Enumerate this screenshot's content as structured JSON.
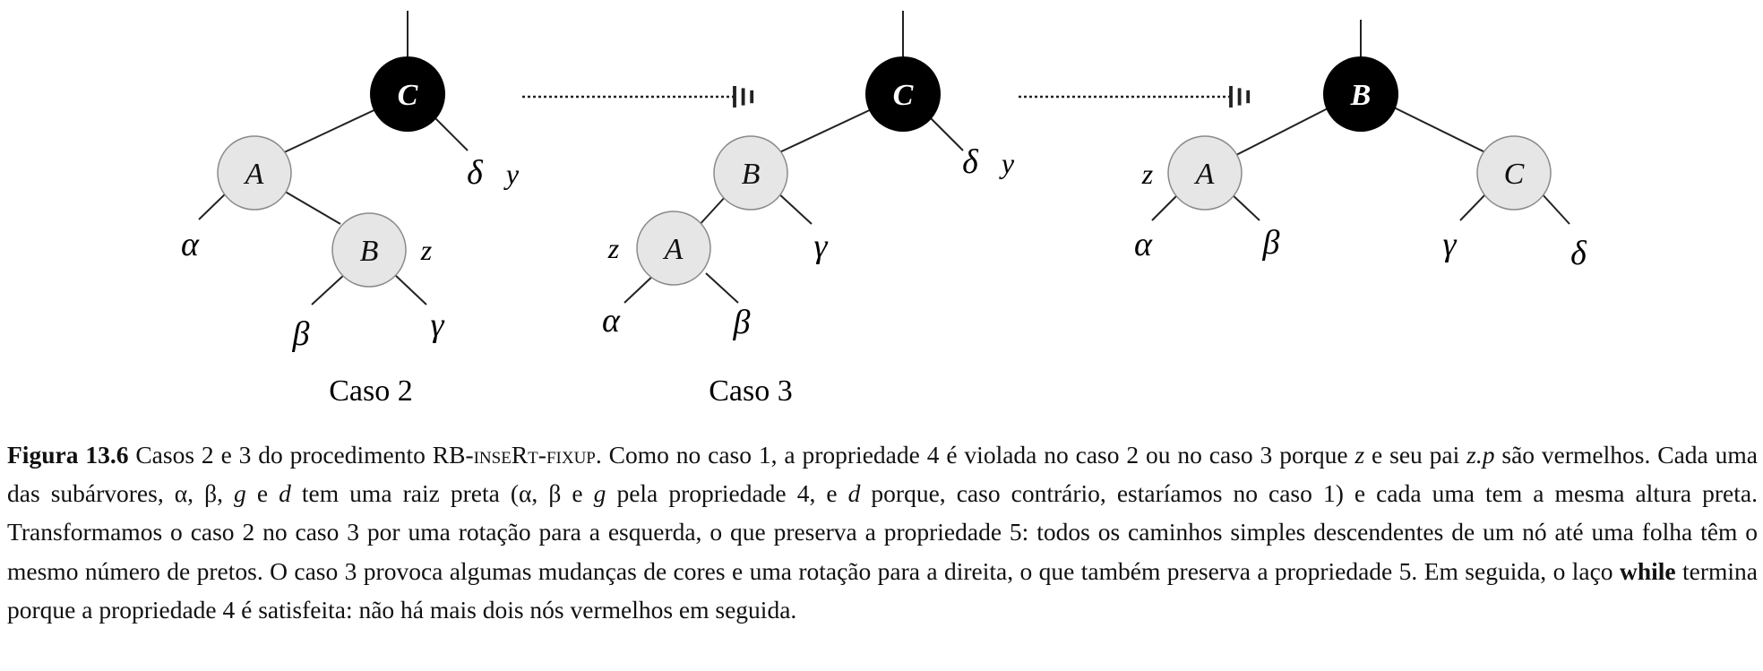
{
  "figure": {
    "colors": {
      "black_node": "#000000",
      "gray_node": "#e6e6e6",
      "edge": "#222222",
      "background": "#ffffff"
    },
    "cases": [
      {
        "label": "Caso 2",
        "nodes": [
          {
            "key": "C",
            "color": "black"
          },
          {
            "key": "A",
            "color": "gray"
          },
          {
            "key": "B",
            "color": "gray"
          }
        ],
        "labels": {
          "y": "y",
          "z": "z"
        },
        "subtrees": [
          "α",
          "β",
          "γ",
          "δ"
        ]
      },
      {
        "label": "Caso 3",
        "nodes": [
          {
            "key": "C",
            "color": "black"
          },
          {
            "key": "B",
            "color": "gray"
          },
          {
            "key": "A",
            "color": "gray"
          }
        ],
        "labels": {
          "y": "y",
          "z": "z"
        },
        "subtrees": [
          "α",
          "β",
          "γ",
          "δ"
        ]
      },
      {
        "label": "",
        "nodes": [
          {
            "key": "B",
            "color": "black"
          },
          {
            "key": "A",
            "color": "gray"
          },
          {
            "key": "C",
            "color": "gray"
          }
        ],
        "labels": {
          "z": "z"
        },
        "subtrees": [
          "α",
          "β",
          "γ",
          "δ"
        ]
      }
    ]
  },
  "caption": {
    "figure_number": "Figura 13.6",
    "p1": " Casos 2 e 3 do procedimento RB-",
    "proc1": "inseRt",
    "p2": "-",
    "proc2": "fixup",
    "p3": ". Como no caso 1, a propriedade 4 é violada no caso 2 ou no caso 3 porque ",
    "z": "z",
    "p4": " e seu pai ",
    "zp": "z.p",
    "p5": " são vermelhos. Cada uma das subárvores, α, β, ",
    "g1": "g",
    "p6": " e ",
    "d1": "d",
    "p7": " tem uma raiz preta (α, β e ",
    "g2": "g",
    "p8": " pela propriedade 4, e ",
    "d2": "d",
    "p9": " porque, caso contrário, estaríamos no caso 1) e cada uma tem a mesma altura preta. Transformamos o caso 2 no caso 3 por uma rotação para a esquerda, o que preserva a propriedade 5: todos os caminhos simples descendentes de um nó até uma folha têm o mesmo número de pretos. O caso 3 provoca algumas mudanças de cores e uma rotação para a direita, o que também preserva a propriedade 5. Em seguida, o laço ",
    "while": "while",
    "p10": " termina porque a propriedade 4 é satisfeita: não há mais dois nós vermelhos em seguida."
  }
}
